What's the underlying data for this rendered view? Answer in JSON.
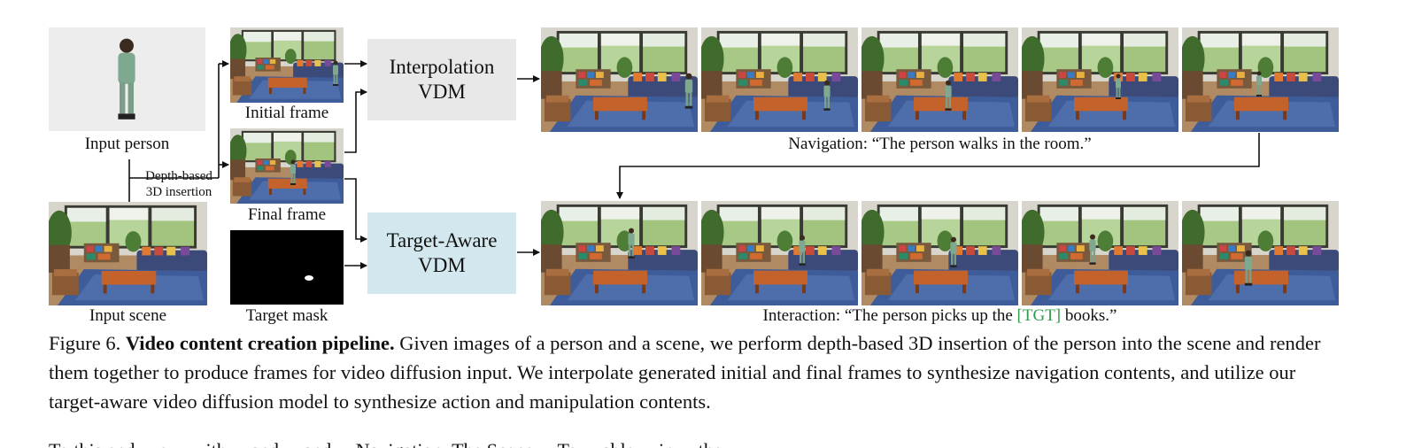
{
  "labels": {
    "input_person": "Input person",
    "input_scene": "Input scene",
    "initial_frame": "Initial frame",
    "final_frame": "Final frame",
    "target_mask": "Target mask",
    "depth_line1": "Depth-based",
    "depth_line2": "3D insertion"
  },
  "boxes": {
    "interp_line1": "Interpolation",
    "interp_line2": "VDM",
    "target_line1": "Target-Aware",
    "target_line2": "VDM"
  },
  "rows": {
    "navigation": "Navigation: “The person walks in the room.”",
    "interaction_prefix": "Interaction: “The person picks up the ",
    "interaction_tgt": "[TGT]",
    "interaction_suffix": " books.”"
  },
  "caption": {
    "figure_label": "Figure 6.",
    "title": "Video content creation pipeline.",
    "text": "Given images of a person and a scene, we perform depth-based 3D insertion of the person into the scene and render them together to produce frames for video diffusion input. We interpolate generated initial and final frames to synthesize navigation contents, and utilize our target-aware video diffusion model to synthesize action and manipulation contents."
  },
  "body_cutoff": {
    "text": "To this end, we ... with ... and ... and ... Navigation. The Scene ... To ... able ... in ... the"
  },
  "colors": {
    "accent_green": "#2e9e4e",
    "box_gray": "#e8e8e8",
    "box_blue": "#d3e8ee"
  }
}
